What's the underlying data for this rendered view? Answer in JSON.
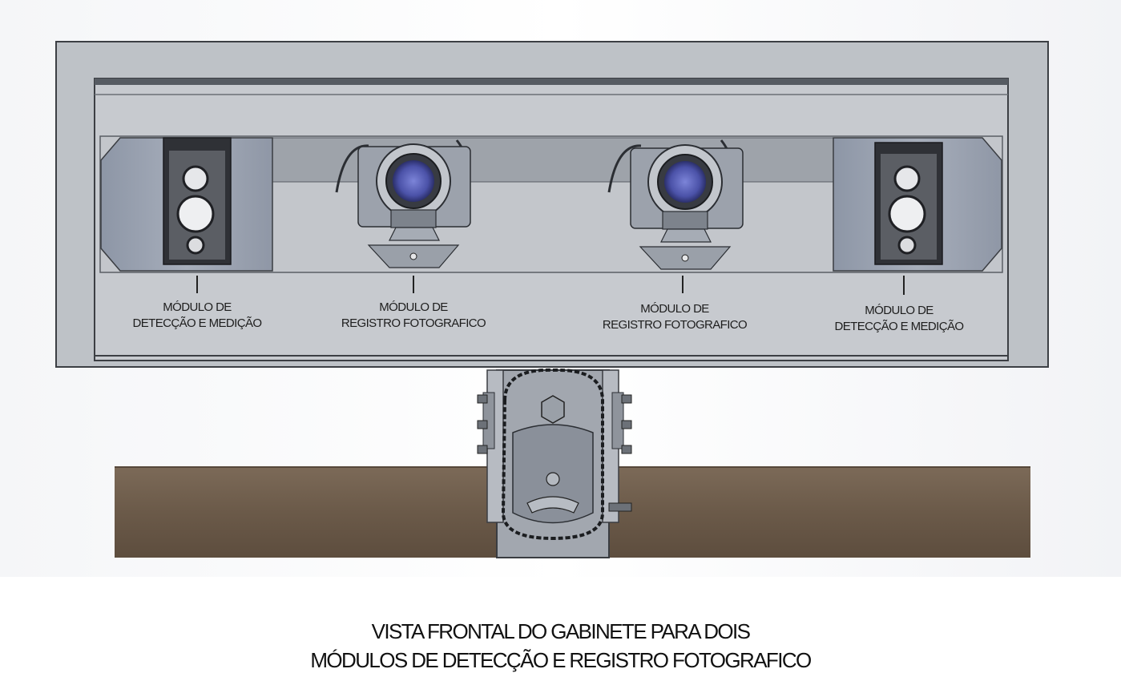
{
  "modules": [
    {
      "line1": "MÓDULO DE",
      "line2": "DETECÇÃO E MEDIÇÃO"
    },
    {
      "line1": "MÓDULO DE",
      "line2": "REGISTRO FOTOGRAFICO"
    },
    {
      "line1": "MÓDULO DE",
      "line2": "REGISTRO FOTOGRAFICO"
    },
    {
      "line1": "MÓDULO DE",
      "line2": "DETECÇÃO E MEDIÇÃO"
    }
  ],
  "caption": {
    "line1": "VISTA FRONTAL DO GABINETE PARA DOIS",
    "line2": "MÓDULOS DE DETECÇÃO E REGISTRO FOTOGRAFICO"
  },
  "colors": {
    "cabinet": "#b9bdc3",
    "cabinet_inner": "#c9ccd0",
    "module_panel": "#9aa1ae",
    "lens": "#5b63b8",
    "ground": "#6b5a4a"
  }
}
